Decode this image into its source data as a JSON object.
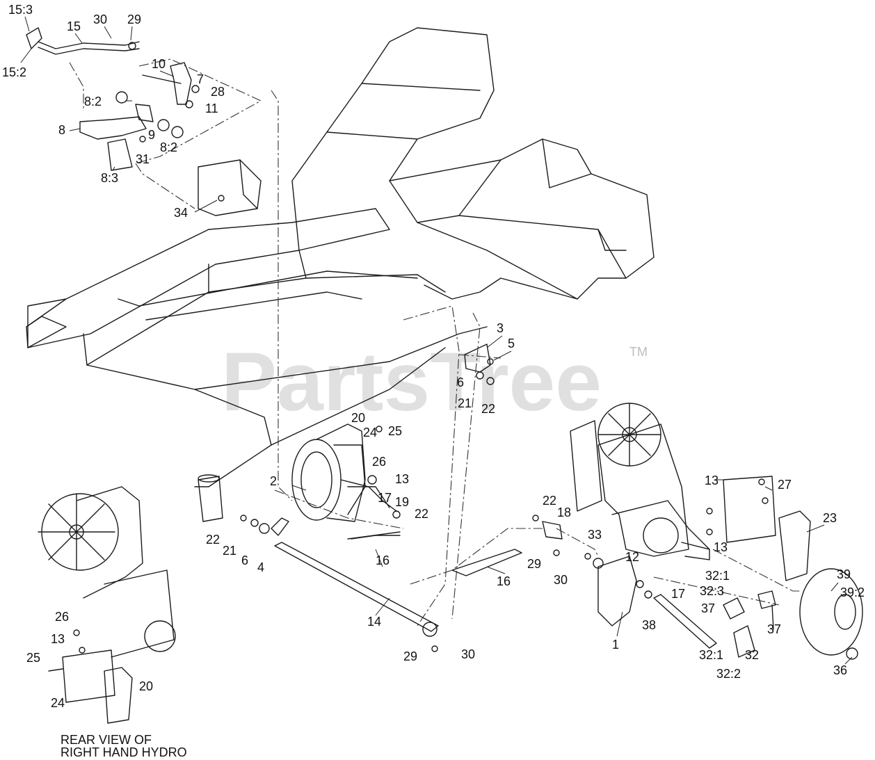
{
  "watermark": {
    "text": "PartsTree",
    "tm": "TM"
  },
  "caption": {
    "line1": "REAR VIEW OF",
    "line2": "RIGHT HAND HYDRO"
  },
  "callouts": [
    "15:3",
    "15",
    "30",
    "29",
    "15:2",
    "10",
    "7",
    "28",
    "8:2",
    "11",
    "8",
    "9",
    "31",
    "8:2",
    "8:3",
    "34",
    "3",
    "5",
    "6",
    "21",
    "22",
    "20",
    "24",
    "25",
    "26",
    "13",
    "2",
    "17",
    "19",
    "22",
    "22",
    "21",
    "6",
    "4",
    "16",
    "14",
    "29",
    "30",
    "16",
    "22",
    "18",
    "33",
    "29",
    "30",
    "12",
    "1",
    "38",
    "17",
    "13",
    "13",
    "27",
    "23",
    "32:1",
    "32:3",
    "37",
    "37",
    "39",
    "39:2",
    "32:1",
    "32",
    "32:2",
    "36",
    "26",
    "13",
    "25",
    "24",
    "20"
  ]
}
